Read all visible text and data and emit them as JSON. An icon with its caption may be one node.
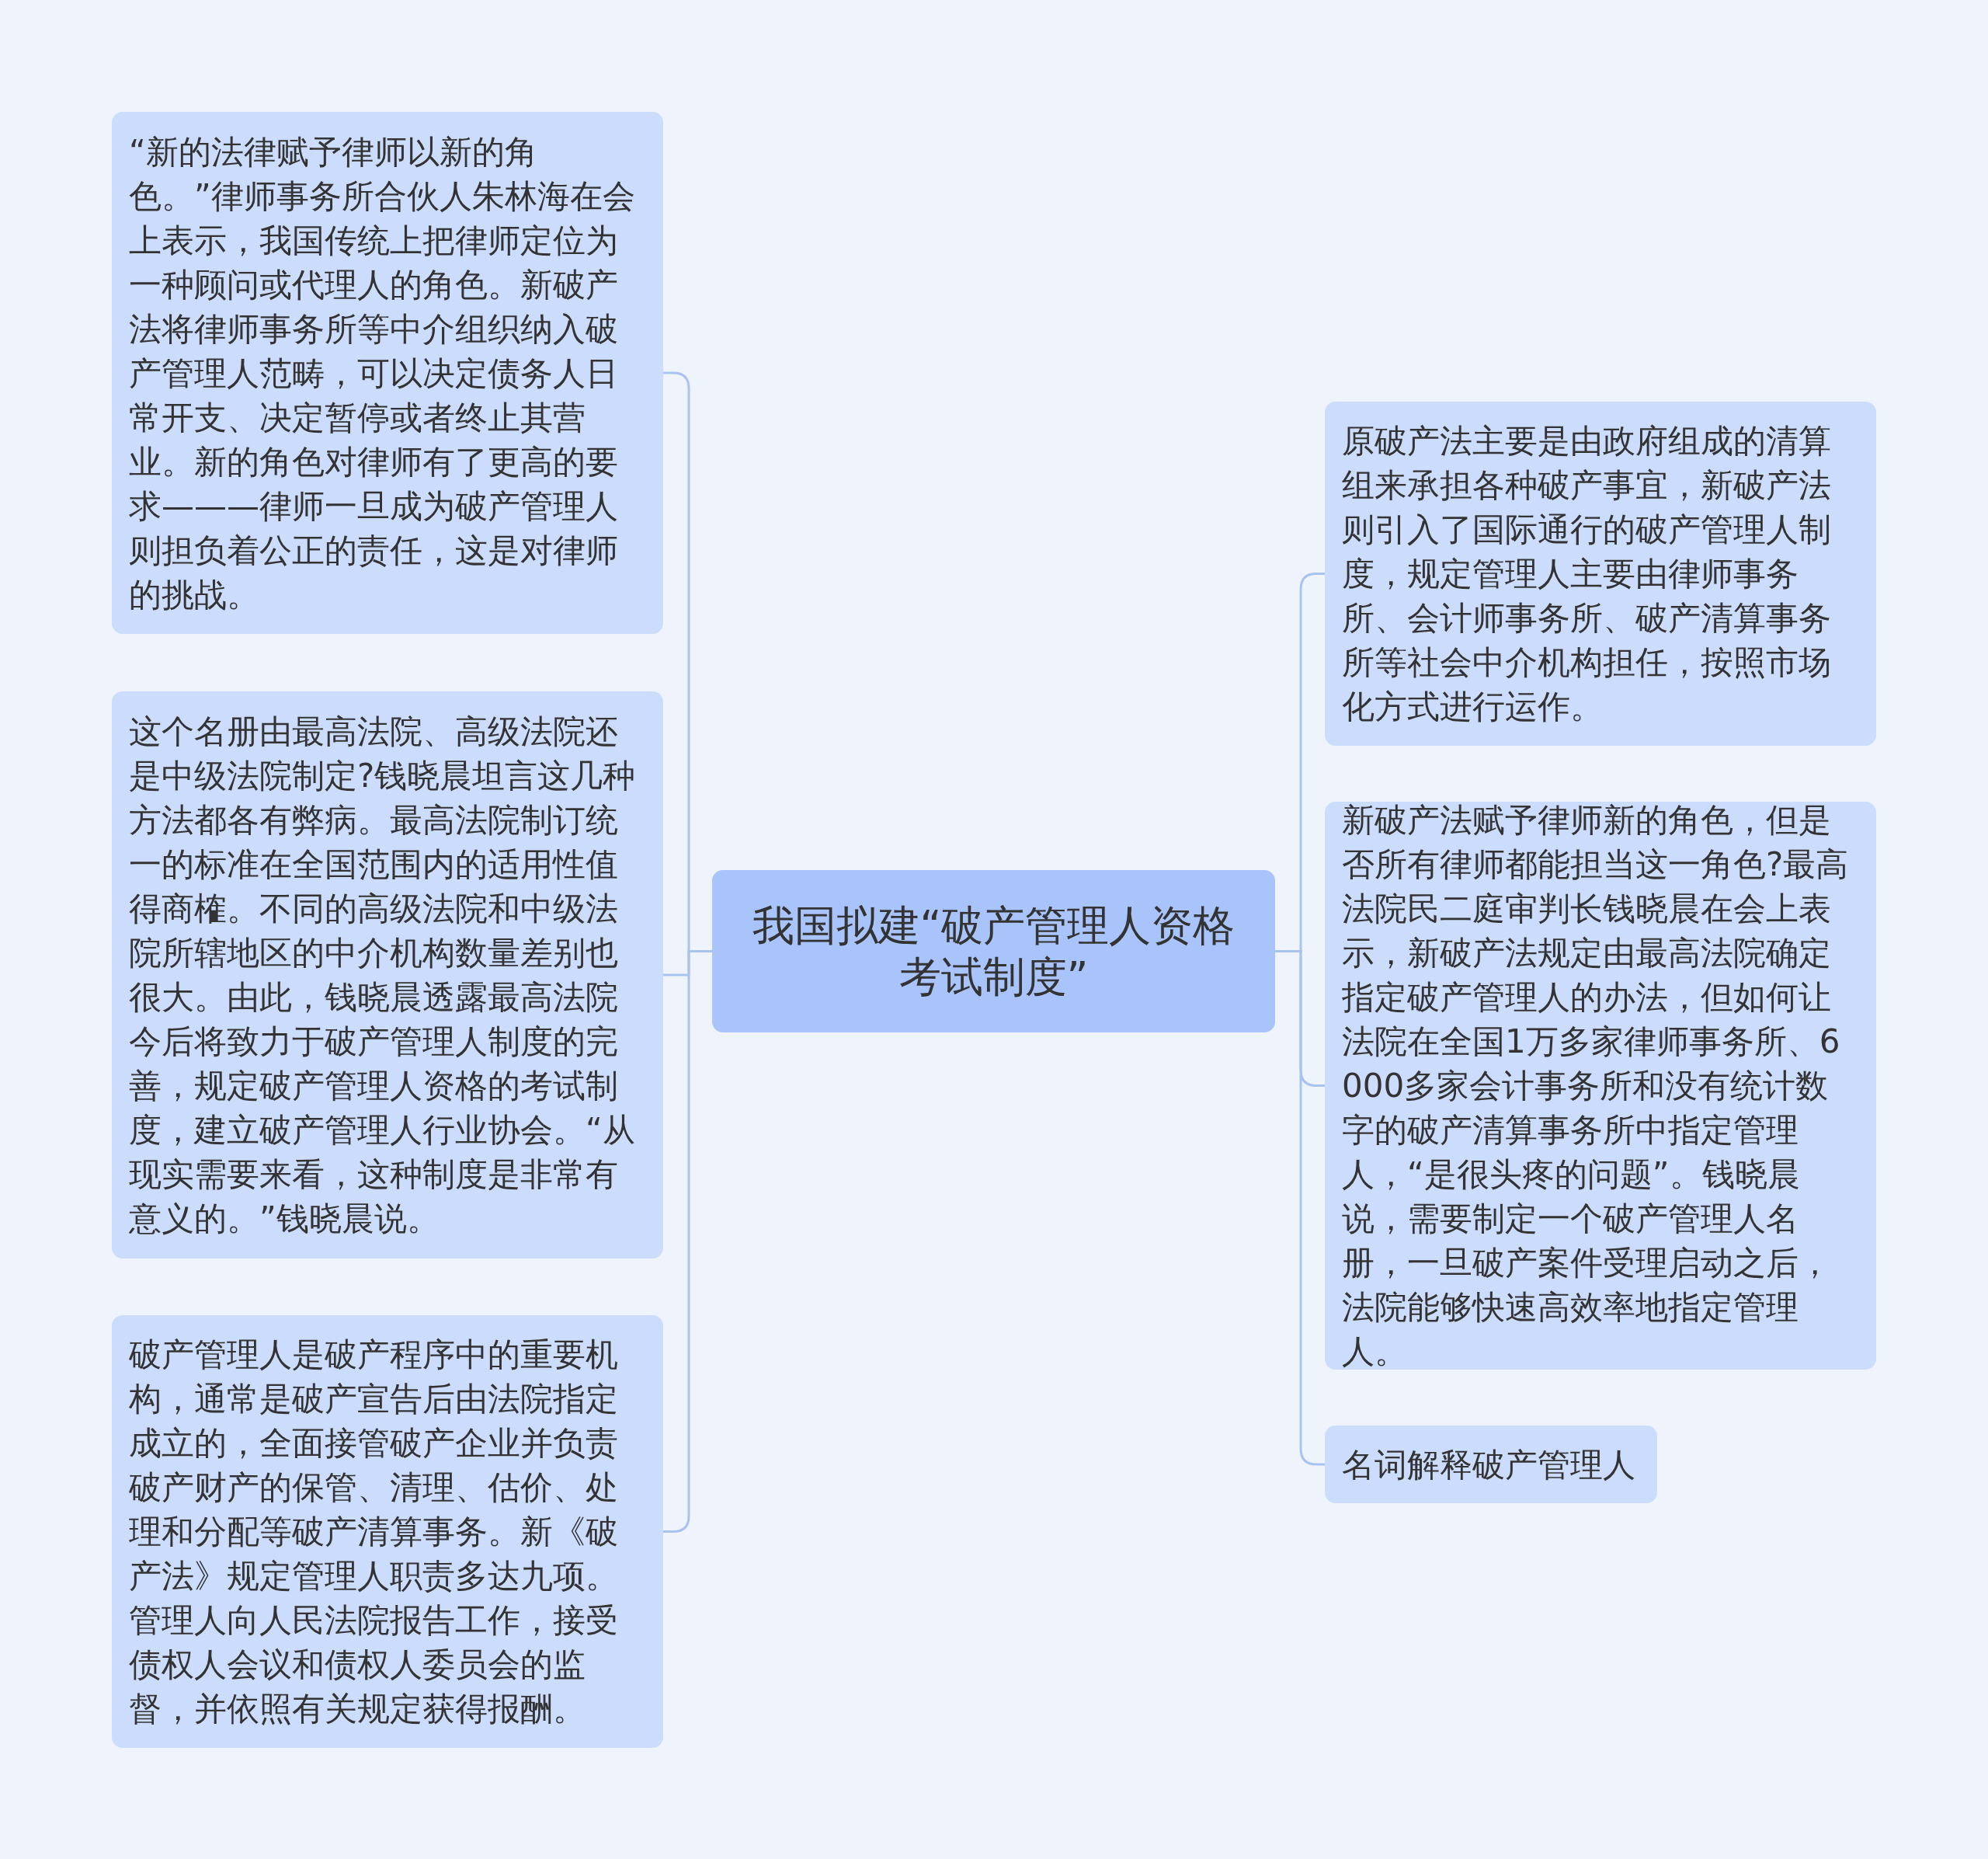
{
  "diagram": {
    "nodes": [
      {
        "text": [
          "我国拟建“破产管理人资格考试制度”"
        ]
      },
      {
        "text": [
          "“新的法律赋予律师以新的角色。”律师事务所合伙人朱林海在会上表示，我国传统上把律师定位为一种顾问或代理人的角色。新破产法将律师事务所等中介组织纳入破产管理人范畴，可以决定债务人日常开支、决定暂停或者终止其营业。新的角色对律师有了更高的要求———律师一旦成为破产管理人则担负着公正的责任，这是对律师的挑战。"
        ]
      },
      {
        "text": [
          "这个名册由最高法院、高级法院还是中级法院制定?钱晓晨坦言这几种方法都各有弊病。最高法院制订统一的标准在全国范围内的适用性值得商榷。不同的高级法院和中级法院所辖地区的中介机构数量差别也很大。由此，钱晓晨透露最高法院今后将致力于破产管理人制度的完善，规定破产管理人资格的考试制度，建立破产管理人行业协会。“从现实需要来看，这种制度是非常有意义的。”钱晓晨说。"
        ]
      },
      {
        "text": [
          "破产管理人是破产程序中的重要机构，通常是破产宣告后由法院指定成立的，全面接管破产企业并负责破产财产的保管、清理、估价、处理和分配等破产清算事务。新《破产法》规定管理人职责多达九项。管理人向人民法院报告工作，接受债权人会议和债权人委员会的监督，并依照有关规定获得报酬。"
        ]
      },
      {
        "text": [
          "原破产法主要是由政府组成的清算组来承担各种破产事宜，新破产法则引入了国际通行的破产管理人制度，规定管理人主要由律师事务所、会计师事务所、破产清算事务所等社会中介机构担任，按照市场化方式进行运作。"
        ]
      },
      {
        "text": [
          "新破产法赋予律师新的角色，但是否所有律师都能担当这一角色?最高法院民二庭审判长钱晓晨在会上表示，新破产法规定由最高法院确定指定破产管理人的办法，但如何让法院在全国1万多家律师事务所、6000多家会计事务所和没有统计数字的破产清算事务所中指定管理人，“是很头疼的问题”。钱晓晨说，需要制定一个破产管理人名册，一旦破产案件受理启动之后，法院能够快速高效率地指定管理人。"
        ]
      },
      {
        "text": [
          "名词解释破产管理人"
        ]
      }
    ],
    "edges": [
      {
        "from": 0,
        "to": 1,
        "arrow": "none"
      },
      {
        "from": 0,
        "to": 2,
        "arrow": "none"
      },
      {
        "from": 0,
        "to": 3,
        "arrow": "none"
      },
      {
        "from": 0,
        "to": 4,
        "arrow": "none"
      },
      {
        "from": 0,
        "to": 5,
        "arrow": "none"
      },
      {
        "from": 0,
        "to": 6,
        "arrow": "none"
      }
    ]
  }
}
